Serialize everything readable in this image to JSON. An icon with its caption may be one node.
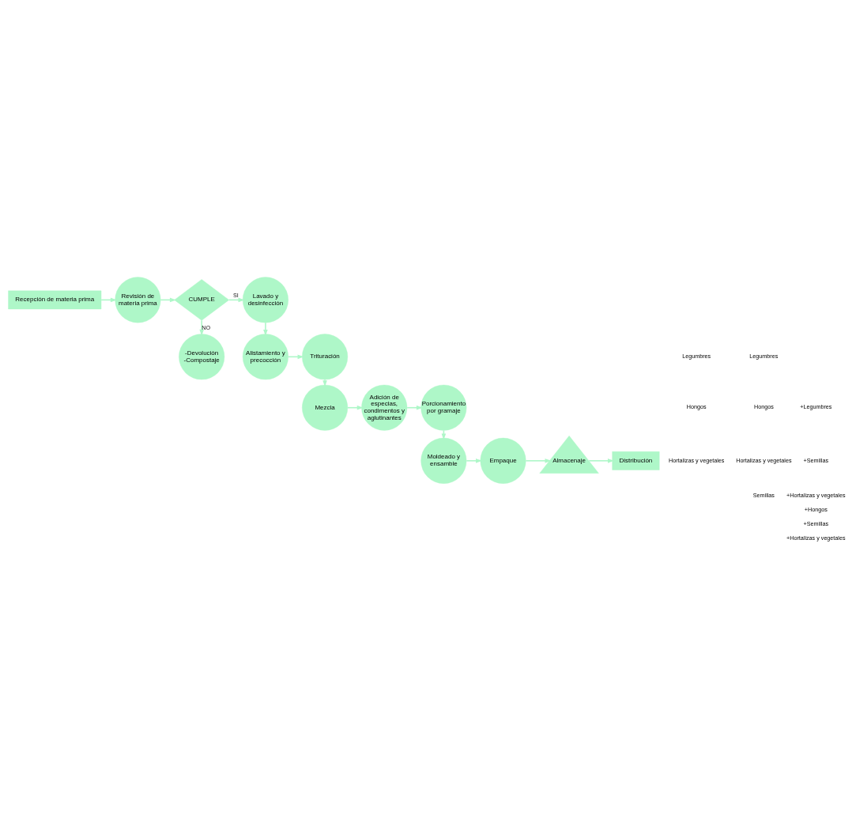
{
  "diagram": {
    "nodes": [
      {
        "text": [
          "Recepción de materia prima"
        ]
      },
      {
        "text": [
          "Revisión de materia prima"
        ]
      },
      {
        "text": [
          "CUMPLE"
        ]
      },
      {
        "text": [
          "Lavado y desinfección"
        ]
      },
      {
        "text": [
          "-Devolución -Compostaje"
        ]
      },
      {
        "text": [
          "Alistamiento y precocción"
        ]
      },
      {
        "text": [
          "Trituración"
        ]
      },
      {
        "text": [
          "Mezcla"
        ]
      },
      {
        "text": [
          "Adición de especias, condimentos y aglutinantes"
        ]
      },
      {
        "text": [
          "Porcionamiento por gramaje"
        ]
      },
      {
        "text": [
          "Moldeado y ensamble"
        ]
      },
      {
        "text": [
          "Distribución"
        ]
      },
      {
        "text": [
          "Almacenaje"
        ]
      },
      {
        "text": [
          "Empaque"
        ]
      }
    ],
    "edges": [
      {
        "from": 0,
        "to": 1,
        "arrow": "to"
      },
      {
        "from": 1,
        "to": 2,
        "arrow": "to"
      },
      {
        "from": 2,
        "to": 3,
        "arrow": "to",
        "label": "SI"
      },
      {
        "from": 2,
        "to": 4,
        "arrow": "to",
        "label": "NO"
      },
      {
        "from": 3,
        "to": 5,
        "arrow": "to"
      },
      {
        "from": 5,
        "to": 6,
        "arrow": "to"
      },
      {
        "from": 6,
        "to": 7,
        "arrow": "to"
      },
      {
        "from": 7,
        "to": 8,
        "arrow": "to"
      },
      {
        "from": 8,
        "to": 9,
        "arrow": "to"
      },
      {
        "from": 9,
        "to": 10,
        "arrow": "to"
      },
      {
        "from": 10,
        "to": 13,
        "arrow": "to"
      },
      {
        "from": 13,
        "to": 12,
        "arrow": "to"
      },
      {
        "from": 12,
        "to": 11,
        "arrow": "to"
      }
    ],
    "labels": [
      "Legumbres",
      "Hongos",
      "Hortalizas y vegetales",
      "Legumbres",
      "Hongos",
      "Hortalizas y vegetales",
      "Semillas",
      "+Legumbres",
      "+Semillas",
      "+Hortalizas y vegetales",
      "+Hongos",
      "+Semillas",
      "+Hortalizas y vegetales"
    ]
  }
}
